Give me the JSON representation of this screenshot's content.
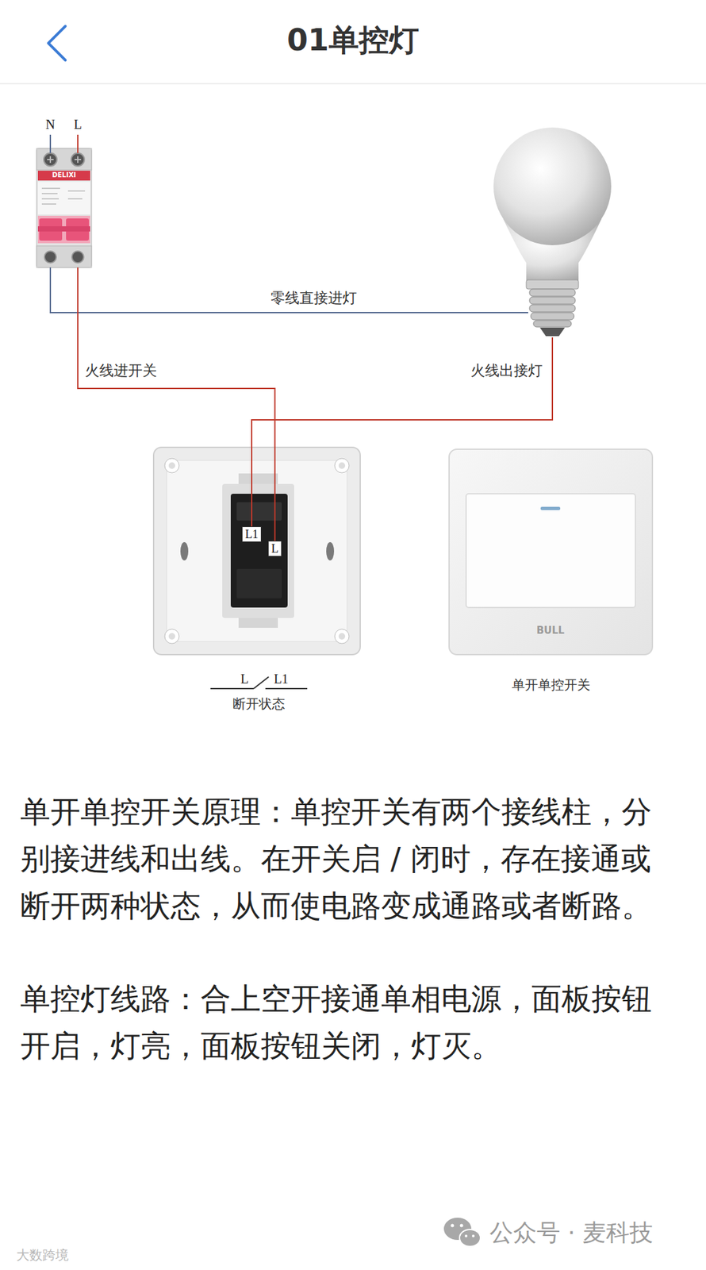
{
  "diagram": {
    "title": "01单控灯",
    "nodes": [
      {
        "text": [
          "N",
          "L",
          "DELIXI"
        ]
      },
      {
        "text": []
      },
      {
        "text": []
      },
      {
        "text": [
          "L1"
        ],
        "in": 2
      },
      {
        "text": [
          "L"
        ],
        "in": 2
      },
      {
        "text": [
          "BULL",
          "单开单控开关"
        ]
      }
    ],
    "edges": [
      {
        "from": 0,
        "to": 1,
        "label": "零线直接进灯",
        "arrow": "none"
      },
      {
        "from": 0,
        "to": 4,
        "label": "火线进开关",
        "arrow": "none"
      },
      {
        "from": 3,
        "to": 1,
        "label": "火线出接灯",
        "arrow": "none"
      }
    ],
    "labels": [
      "L",
      "L1",
      "断开状态",
      "单开单控开关原理：单控开关有两个接线柱，分别接进线和出线。在开关启 / 闭时，存在接通或断开两种状态，从而使电路变成通路或者断路。",
      "单控灯线路：合上空开接通单相电源，面板按钮开启，灯亮，面板按钮关闭，灯灭。",
      "公众号 · 麦科技",
      "大数跨境"
    ]
  }
}
